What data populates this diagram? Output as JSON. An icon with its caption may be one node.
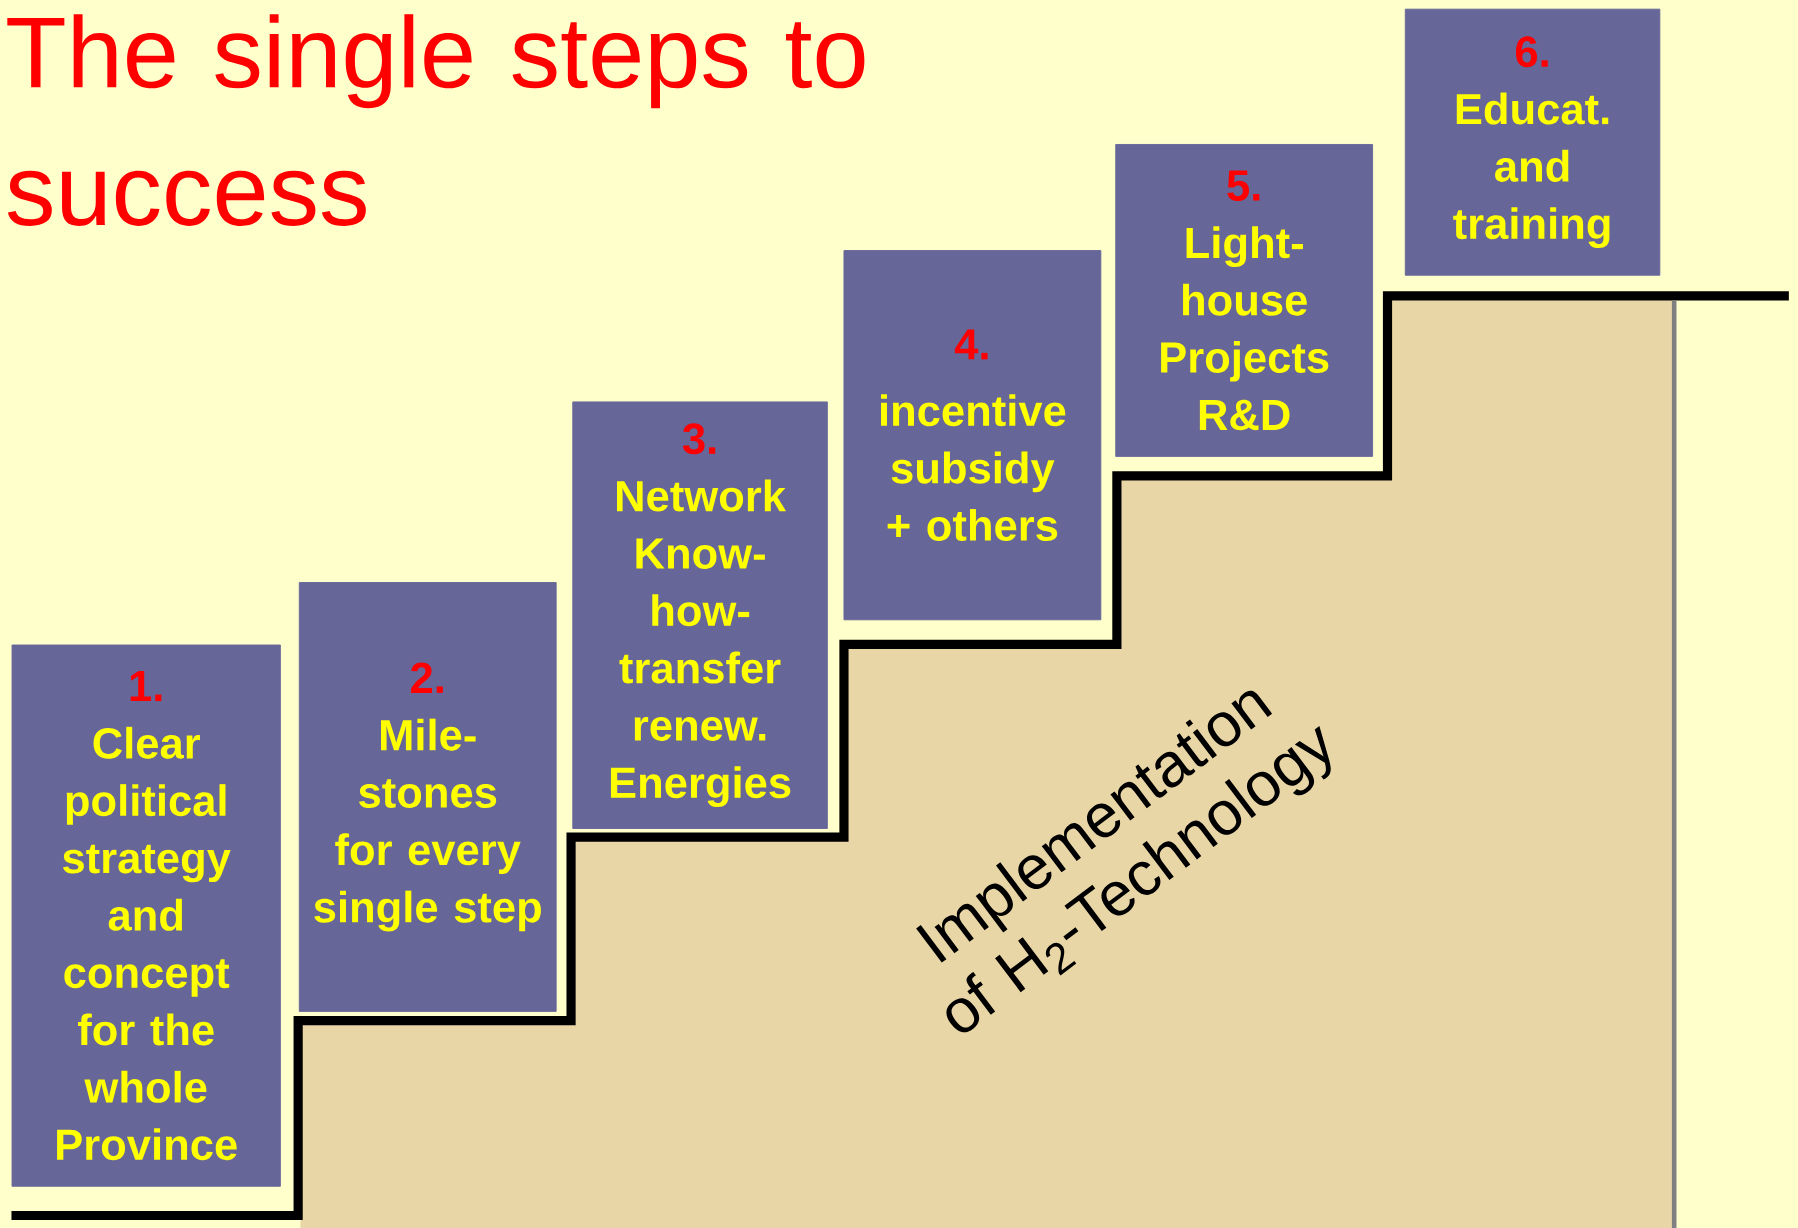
{
  "diagram": {
    "title": "The single steps to success",
    "nodes": [
      {
        "text": [
          "1.",
          "Clear political strategy and concept for the whole Province"
        ]
      },
      {
        "text": [
          "2.",
          "Mile- stones for every single step"
        ]
      },
      {
        "text": [
          "3.",
          "Network Know- how- transfer renew. Energies"
        ]
      },
      {
        "text": [
          "4.",
          "incentive subsidy + others"
        ]
      },
      {
        "text": [
          "5.",
          "Light- house Projects R&D"
        ]
      },
      {
        "text": [
          "6.",
          "Educat. and training"
        ]
      }
    ],
    "labels": [
      "Implementation of H$_{2}$-Technology"
    ]
  }
}
